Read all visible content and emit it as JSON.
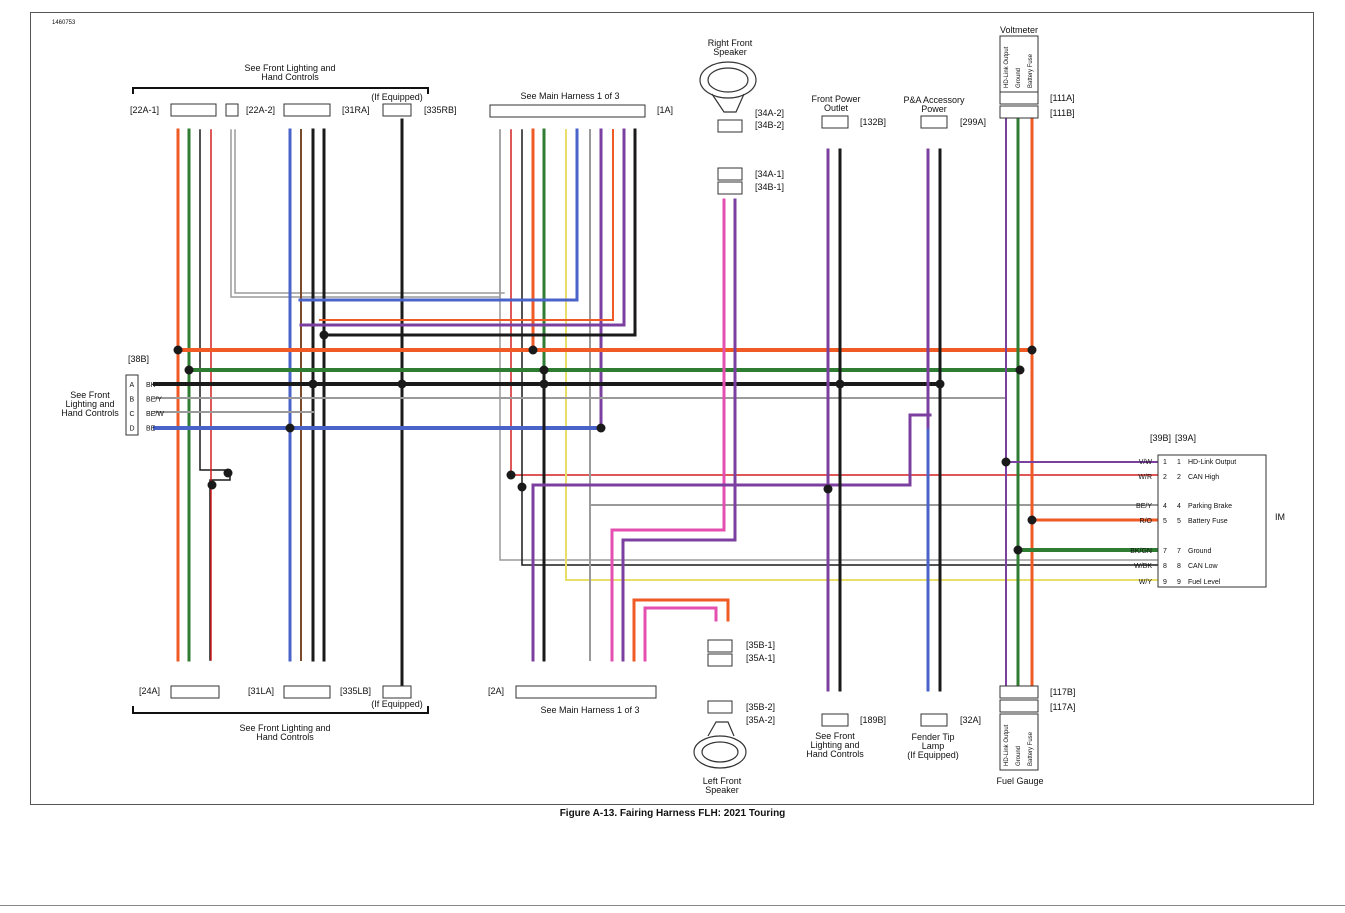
{
  "doc_id": "1460753",
  "caption": "Figure A-13. Fairing Harness FLH: 2021 Touring",
  "labels": {
    "top_left_group": "See Front Lighting and",
    "top_left_group2": "Hand Controls",
    "if_equipped": "(If Equipped)",
    "main_harness_top": "See Main Harness 1 of 3",
    "main_harness_bottom": "See Main Harness 1 of 3",
    "bottom_left_group": "See Front Lighting and",
    "bottom_left_group2": "Hand Controls",
    "left_side1": "See Front",
    "left_side2": "Lighting and",
    "left_side3": "Hand Controls",
    "rf_speaker1": "Right Front",
    "rf_speaker2": "Speaker",
    "lf_speaker1": "Left Front",
    "lf_speaker2": "Speaker",
    "fpo1": "Front Power",
    "fpo2": "Outlet",
    "pa1": "P&A Accessory",
    "pa2": "Power",
    "voltmeter": "Voltmeter",
    "fuel_gauge": "Fuel Gauge",
    "fender1": "Fender Tip",
    "fender2": "Lamp",
    "fender3": "(If Equipped)",
    "sfl1": "See Front",
    "sfl2": "Lighting and",
    "sfl3": "Hand Controls",
    "im": "IM"
  },
  "connectors": {
    "c22a1": "[22A-1]",
    "c22a2": "[22A-2]",
    "c31ra": "[31RA]",
    "c335rb": "[335RB]",
    "c1a": "[1A]",
    "c34a2": "[34A-2]",
    "c34b2": "[34B-2]",
    "c34a1": "[34A-1]",
    "c34b1": "[34B-1]",
    "c132b": "[132B]",
    "c299a": "[299A]",
    "c111a": "[111A]",
    "c111b": "[111B]",
    "c38b": "[38B]",
    "c39b": "[39B]",
    "c39a": "[39A]",
    "c24a": "[24A]",
    "c31la": "[31LA]",
    "c335lb": "[335LB]",
    "c2a": "[2A]",
    "c35b1": "[35B-1]",
    "c35a1": "[35A-1]",
    "c35b2": "[35B-2]",
    "c35a2": "[35A-2]",
    "c189b": "[189B]",
    "c32a": "[32A]",
    "c117b": "[117B]",
    "c117a": "[117A]"
  },
  "im_pins": [
    {
      "pin": "1",
      "name": "HD-Link Output",
      "wire": "V/W"
    },
    {
      "pin": "2",
      "name": "CAN High",
      "wire": "W/R"
    },
    {
      "pin": "4",
      "name": "Parking Brake",
      "wire": "BE/Y"
    },
    {
      "pin": "5",
      "name": "Battery Fuse",
      "wire": "R/O"
    },
    {
      "pin": "7",
      "name": "Ground",
      "wire": "BK/GN"
    },
    {
      "pin": "8",
      "name": "CAN Low",
      "wire": "W/BK"
    },
    {
      "pin": "9",
      "name": "Fuel Level",
      "wire": "W/Y"
    }
  ],
  "c38b_pins": [
    {
      "pin": "A",
      "wire": "BK"
    },
    {
      "pin": "B",
      "wire": "BE/Y"
    },
    {
      "pin": "C",
      "wire": "BE/W"
    },
    {
      "pin": "D",
      "wire": "BE"
    }
  ],
  "gauge_pins": [
    "HD-Link Output",
    "Ground",
    "Battery Fuse"
  ],
  "colors": {
    "orange": "#f05a24",
    "green": "#2f7d32",
    "black": "#1a1a1a",
    "purple": "#7b3fa0",
    "blue": "#4a63c8",
    "pink": "#e44fb0",
    "brown": "#7b4a2a",
    "grey": "#9a9a9a",
    "yellow": "#e8df6a",
    "red": "#d42020"
  }
}
